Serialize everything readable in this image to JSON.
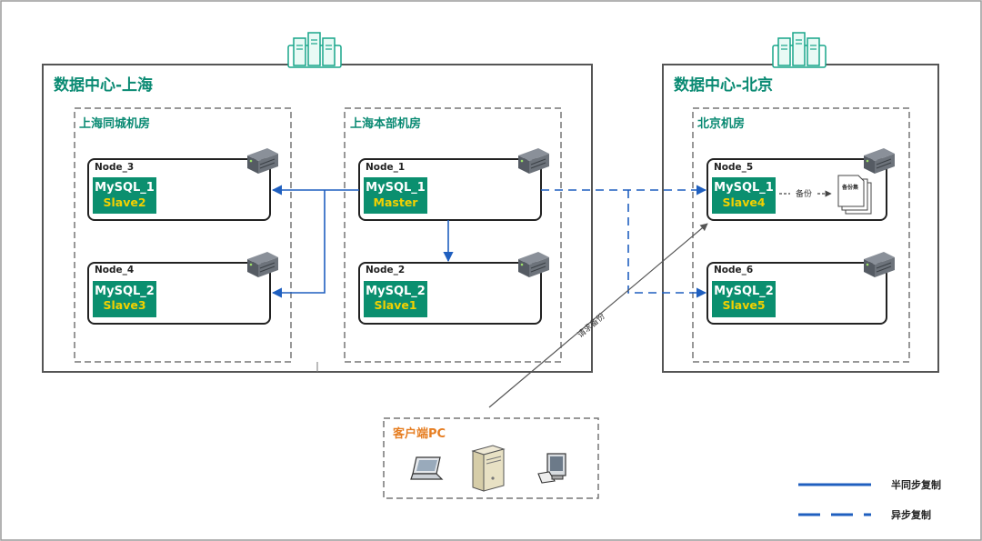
{
  "datacenters": {
    "shanghai": {
      "title": "数据中心-上海"
    },
    "beijing": {
      "title": "数据中心-北京"
    }
  },
  "rooms": {
    "sh_tongcheng": {
      "title": "上海同城机房"
    },
    "sh_benbu": {
      "title": "上海本部机房"
    },
    "bj": {
      "title": "北京机房"
    }
  },
  "nodes": {
    "node3": {
      "label": "Node_3",
      "db": "MySQL_1",
      "role": "Slave2"
    },
    "node4": {
      "label": "Node_4",
      "db": "MySQL_2",
      "role": "Slave3"
    },
    "node1": {
      "label": "Node_1",
      "db": "MySQL_1",
      "role": "Master"
    },
    "node2": {
      "label": "Node_2",
      "db": "MySQL_2",
      "role": "Slave1"
    },
    "node5": {
      "label": "Node_5",
      "db": "MySQL_1",
      "role": "Slave4"
    },
    "node6": {
      "label": "Node_6",
      "db": "MySQL_2",
      "role": "Slave5"
    }
  },
  "backup": {
    "arrow_label": "备份",
    "set_label": "备份集"
  },
  "request": {
    "label": "请求备份"
  },
  "client": {
    "title": "客户端PC"
  },
  "legend": {
    "semi_sync": "半同步复制",
    "async": "异步复制"
  },
  "colors": {
    "accent": "#0a8a73",
    "db_box": "#0b8f6f",
    "role_text": "#f3d100",
    "line_blue": "#1f5fbf",
    "client_title": "#e67e22"
  }
}
